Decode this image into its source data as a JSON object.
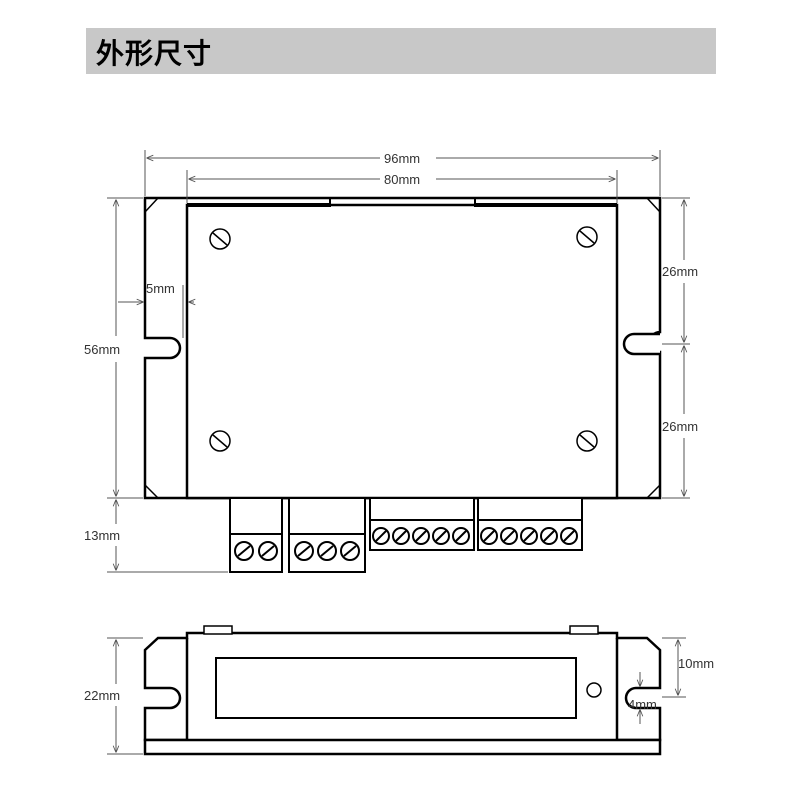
{
  "header": {
    "title": "外形尺寸"
  },
  "dimensions": {
    "overall_width": "96mm",
    "inner_width": "80mm",
    "height": "56mm",
    "slot_offset": "5mm",
    "upper_half": "26mm",
    "lower_half": "26mm",
    "connector_depth": "13mm",
    "side_height": "22mm",
    "side_upper": "10mm",
    "side_slot": "4mm"
  }
}
